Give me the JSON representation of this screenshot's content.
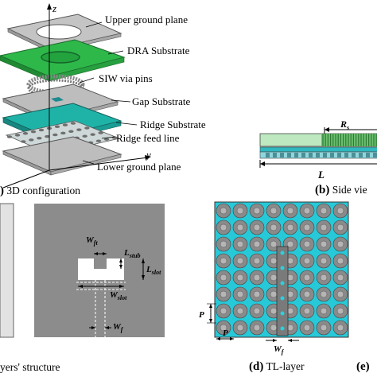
{
  "labels": {
    "axis_z": "z",
    "axis_y": "y",
    "upper_ground_plane": "Upper ground plane",
    "dra_substrate": "DRA Substrate",
    "siw_via_pins": "SIW via pins",
    "gap_substrate": "Gap Substrate",
    "ridge_substrate": "Ridge Substrate",
    "ridge_feed_line": "Ridge feed line",
    "lower_ground_plane": "Lower ground plane"
  },
  "captions": {
    "a_letter": ")",
    "a_text": "3D configuration",
    "b_letter": "(b)",
    "b_text": "Side vie",
    "c_text": "yers' structure",
    "d_letter": "(d)",
    "d_text": "TL-layer",
    "e_letter": "(e)"
  },
  "dimensions": {
    "rs": "R",
    "rs_sub": "s",
    "L": "L",
    "wft": "W",
    "wft_sub": "ft",
    "lstub": "L",
    "lstub_sub": "stub",
    "lslot": "L",
    "lslot_sub": "slot",
    "wslot": "W",
    "wslot_sub": "slot",
    "wf_slot": "W",
    "wf_slot_sub": "f",
    "p_vert": "P",
    "p_horiz": "P",
    "wf_tl": "W",
    "wf_tl_sub": "f"
  },
  "colors": {
    "ground": "#bdbdbd",
    "dra": "#2fb84a",
    "dra_dark": "#1f8a33",
    "gap": "#1fb3a8",
    "ridge": "#8fd6dc",
    "slot_panel": "#8c8c8c",
    "tl_bg": "#27c9d8",
    "via": "#8a8a8a",
    "strip": "#7a7a7a"
  }
}
